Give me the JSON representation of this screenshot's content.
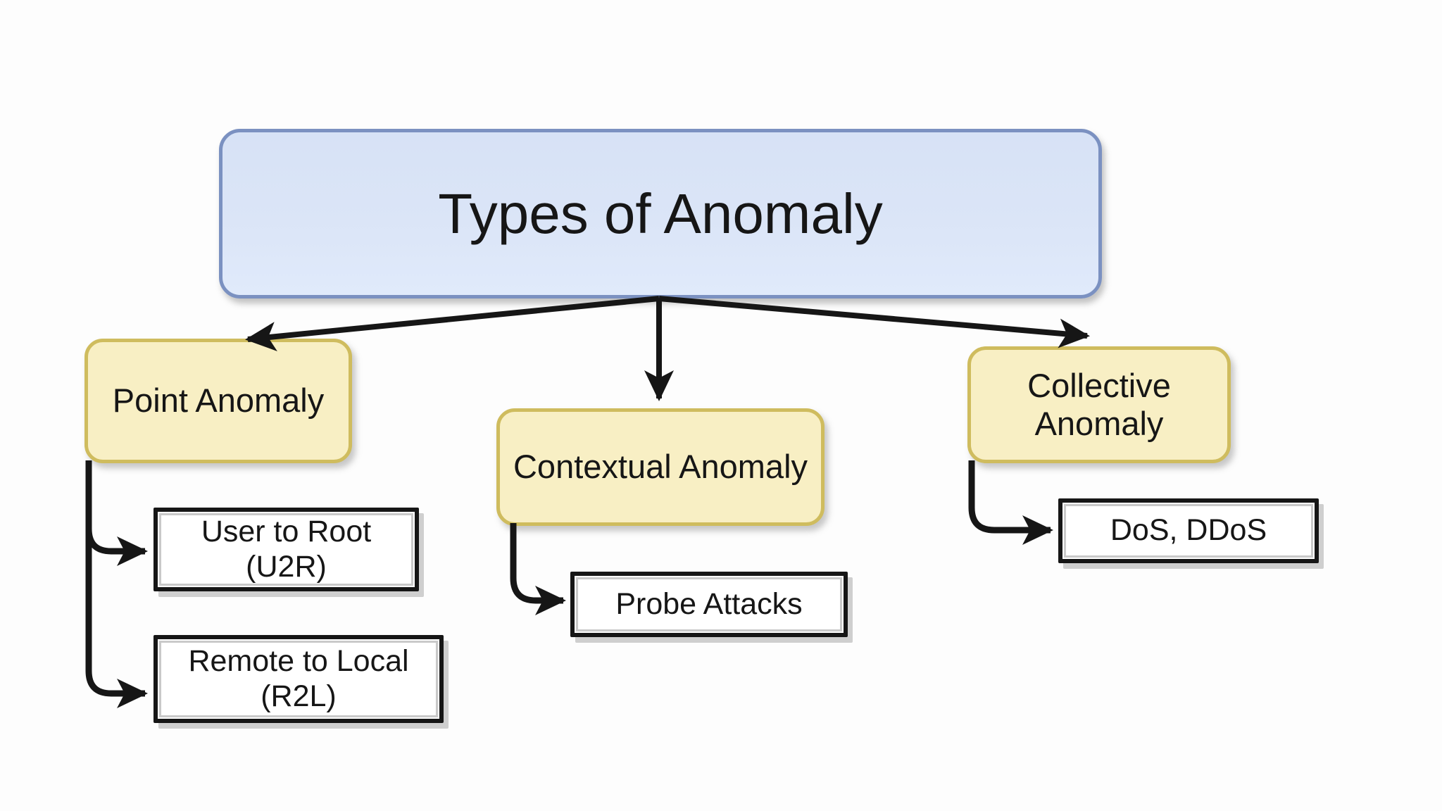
{
  "title": "Types of Anomaly",
  "nodes": {
    "root": {
      "label": "Types of Anomaly"
    },
    "point": {
      "label": "Point Anomaly"
    },
    "contextual": {
      "label": "Contextual Anomaly"
    },
    "collective": {
      "line1": "Collective",
      "line2": "Anomaly"
    },
    "u2r": {
      "line1": "User to Root",
      "line2": "(U2R)"
    },
    "r2l": {
      "line1": "Remote to Local",
      "line2": "(R2L)"
    },
    "probe": {
      "label": "Probe Attacks"
    },
    "dos": {
      "label": "DoS, DDoS"
    }
  },
  "colors": {
    "background": "#fdfdfd",
    "text": "#161616",
    "root_fill": "#dbe5f7",
    "root_border": "#7b91c1",
    "category_fill": "#f8efc4",
    "category_border": "#cfbc5e",
    "leaf_fill": "#ffffff",
    "leaf_border": "#161616",
    "connector": "#161616"
  }
}
